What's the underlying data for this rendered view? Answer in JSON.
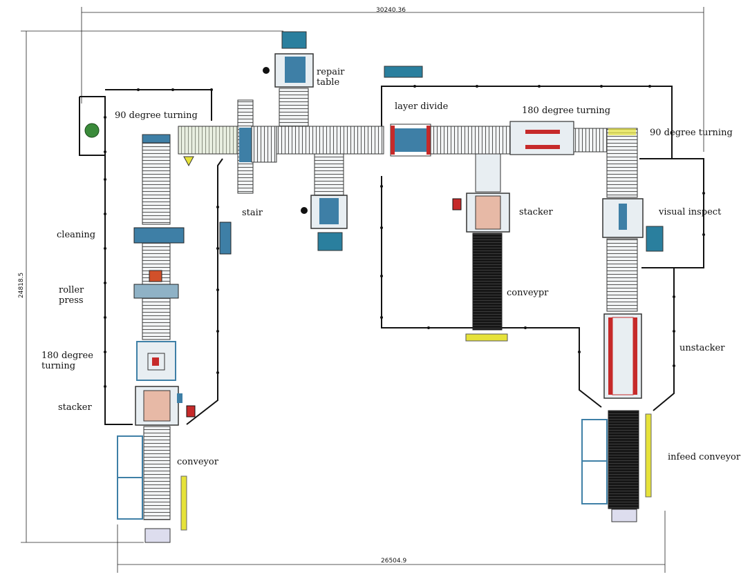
{
  "dimensions": {
    "top_width": "30240.36",
    "bottom_width": "26504.9",
    "left_height": "24818.5"
  },
  "labels": {
    "turn90_left": "90 degree turning",
    "repair_table": "repair\ntable",
    "layer_divide": "layer divide",
    "turn180_top": "180 degree turning",
    "turn90_right": "90 degree turning",
    "stair": "stair",
    "stacker_mid": "stacker",
    "visual_inspect": "visual inspect",
    "cleaning": "cleaning",
    "roller_press": "roller\npress",
    "conveypr": "conveypr",
    "turn180_left": "180 degree\nturning",
    "unstacker": "unstacker",
    "stacker_left": "stacker",
    "conveyor_left": "conveyor",
    "infeed_conveyor": "infeed conveyor"
  },
  "colors": {
    "line": "#1a1a1a",
    "conveyor_blue": "#3e7fa6",
    "teal_box": "#2a7f9e",
    "red": "#c62a2a",
    "yellow": "#e6e23a",
    "green": "#3a8a3a",
    "stacker_pink": "#e7b9a6",
    "gray": "#9aa4ab"
  }
}
